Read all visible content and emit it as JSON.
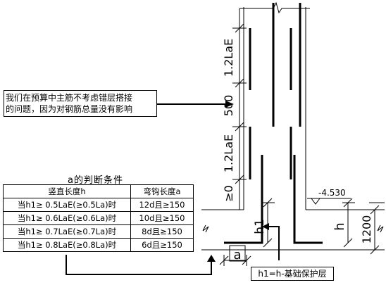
{
  "note": {
    "line1": "我们在预算中主筋不考虑错层搭接",
    "line2": "的问题，因为对钢筋总量没有影响"
  },
  "conditions": {
    "title": "a的判断条件",
    "headers": [
      "竖直长度h",
      "弯钩长度a"
    ],
    "rows": [
      {
        "h": "当h1≥ 0.5LaE(≥0.5La)时",
        "a": "12d且≥150"
      },
      {
        "h": "当h1≥ 0.6LaE(≥0.6La)时",
        "a": "10d且≥150"
      },
      {
        "h": "当h1≥ 0.7LaE(≥0.7La)时",
        "a": "8d且≥150"
      },
      {
        "h": "当h1≥ 0.8LaE(≥0.8La)时",
        "a": "6d且≥150"
      }
    ]
  },
  "dimensions": {
    "upper_lap": "1.2LaE",
    "spacing": "500",
    "lower_lap": "1.2LaE",
    "ge_zero": "≥0",
    "h1": "h1",
    "h": "h",
    "depth": "1200",
    "a": "a",
    "elevation": "-4.530"
  },
  "protect_label": "h1=h-基础保护层"
}
